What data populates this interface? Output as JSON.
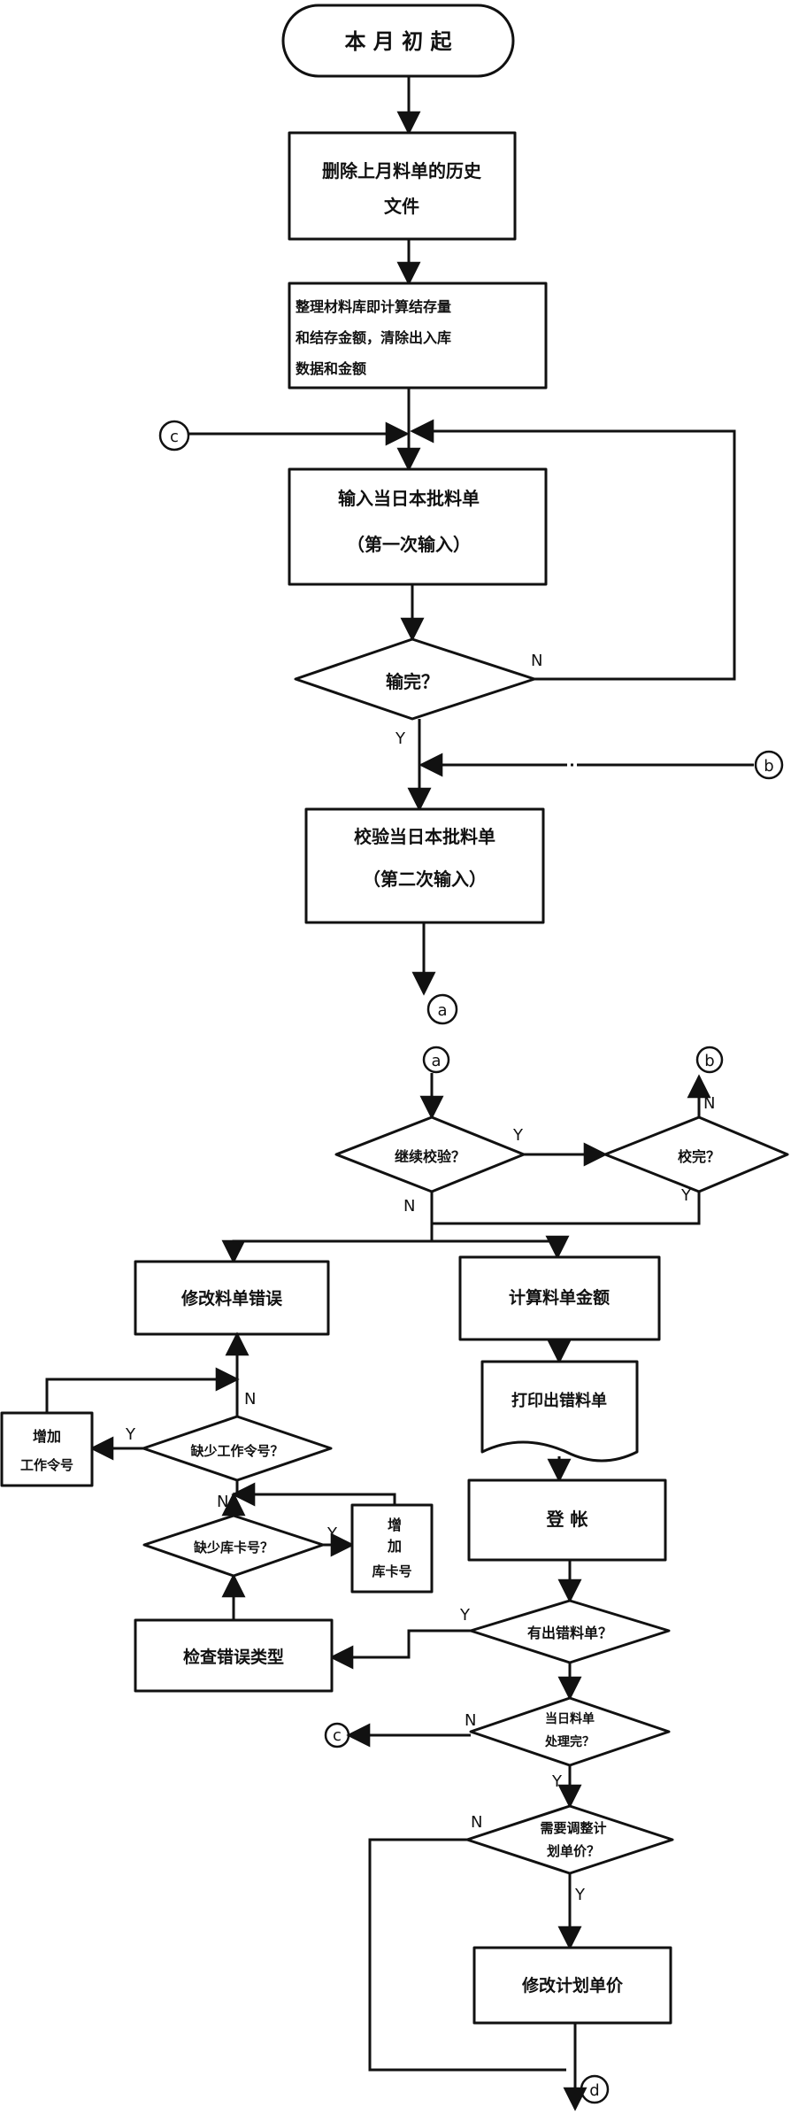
{
  "nodes": {
    "start": "本 月 初 起",
    "delete_history": [
      "删除上月料单的历史",
      "文件"
    ],
    "organize": [
      "整理材料库即计算结存量",
      "和结存金额，清除出入库",
      "数据和金额"
    ],
    "input_first": [
      "输入当日本批料单",
      "（第一次输入）"
    ],
    "input_done": "输完？",
    "verify_second": [
      "校验当日本批料单",
      "（第二次输入）"
    ],
    "continue_verify": "继续校验？",
    "verify_done": "校完？",
    "fix_errors": "修改料单错误",
    "calc_amount": "计算料单金额",
    "print_errors": "打印出错料单",
    "post_ledger": "登 帐",
    "has_error": "有出错料单？",
    "missing_work_order": "缺少工作令号？",
    "add_work_order": [
      "增加",
      "工作令号"
    ],
    "missing_store_card": "缺少库卡号？",
    "add_store_card": [
      "增",
      "加",
      "库卡号"
    ],
    "check_error_type": "检查错误类型",
    "day_done": [
      "当日料单",
      "处理完？"
    ],
    "need_adjust": [
      "需要调整计",
      "划单价？"
    ],
    "modify_price": "修改计划单价"
  },
  "connectors": {
    "a": "a",
    "b": "b",
    "c": "c",
    "d": "d"
  },
  "flags": {
    "yes": "Y",
    "no": "N"
  }
}
